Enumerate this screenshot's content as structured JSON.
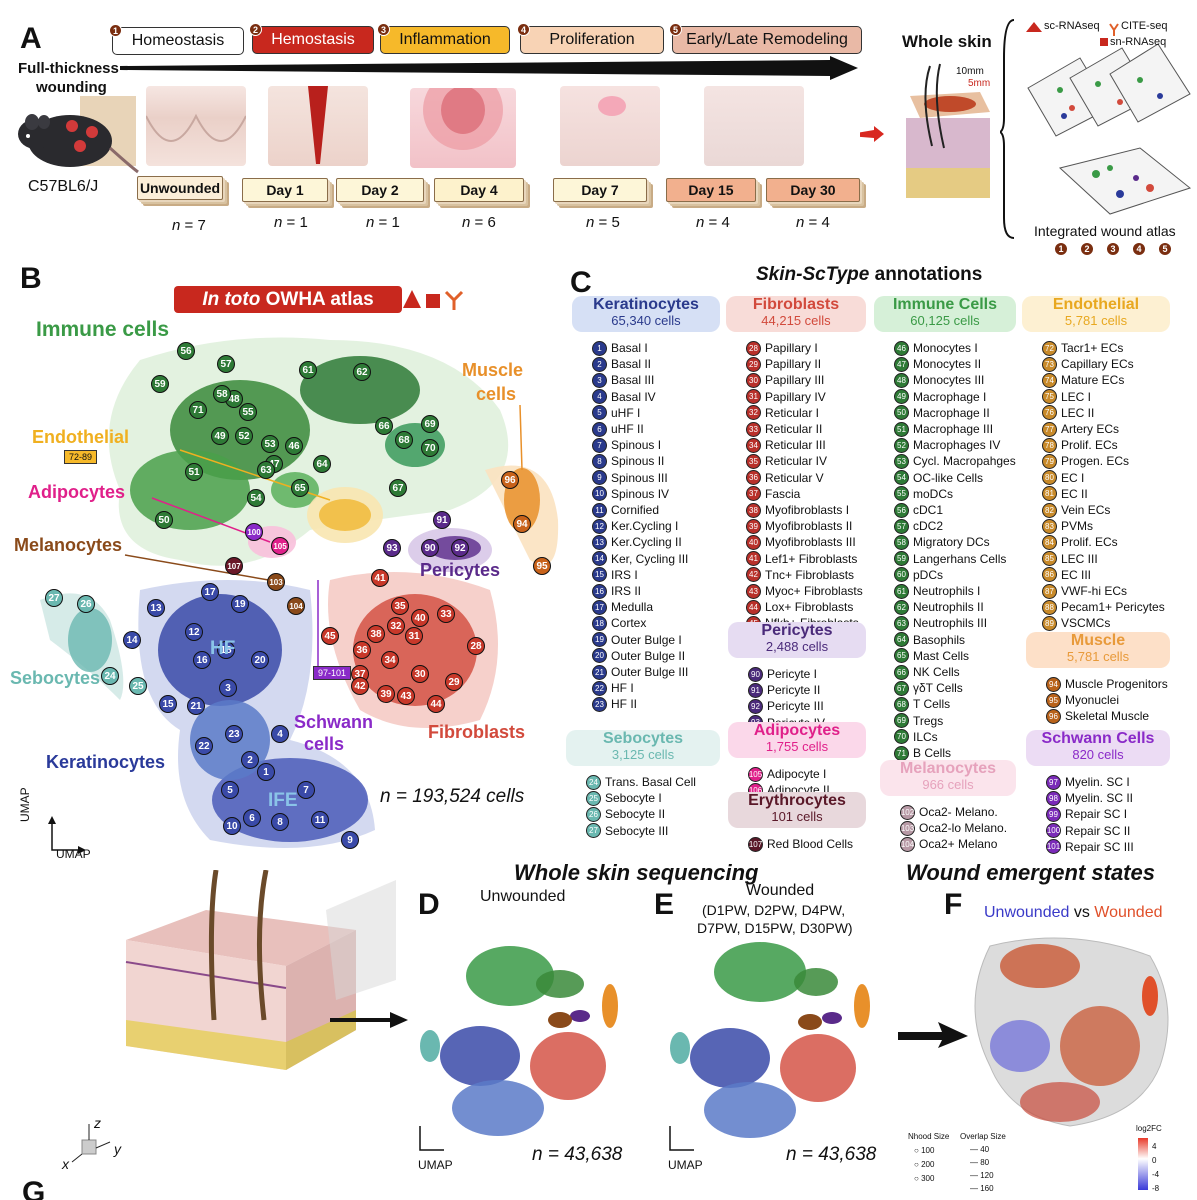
{
  "panels": {
    "a": "A",
    "b": "B",
    "c": "C",
    "d": "D",
    "e": "E",
    "f": "F",
    "g": "G"
  },
  "stages": [
    {
      "num": "1",
      "label": "Homeostasis",
      "bg": "#ffffff",
      "color": "#111111"
    },
    {
      "num": "2",
      "label": "Hemostasis",
      "bg": "#c8281e",
      "color": "#ffffff"
    },
    {
      "num": "3",
      "label": "Inflammation",
      "bg": "#f6b92a",
      "color": "#111111"
    },
    {
      "num": "4",
      "label": "Proliferation",
      "bg": "#f8d3b5",
      "color": "#111111"
    },
    {
      "num": "5",
      "label": "Early/Late Remodeling",
      "bg": "#e9b9a6",
      "color": "#111111"
    }
  ],
  "panel_a": {
    "wound_label_1": "Full-thickness",
    "wound_label_2": "wounding",
    "strain": "C57BL6/J",
    "whole_skin": "Whole skin",
    "dim_10mm": "10mm",
    "dim_5mm": "5mm",
    "legend_sc": "sc-RNAseq",
    "legend_cite": "CITE-seq",
    "legend_sn": "sn-RNAseq",
    "integrated": "Integrated wound atlas",
    "atlas_nums": [
      "1",
      "2",
      "3",
      "4",
      "5"
    ]
  },
  "days": [
    {
      "label": "Unwounded",
      "n": "= 7"
    },
    {
      "label": "Day 1",
      "n": "= 1"
    },
    {
      "label": "Day 2",
      "n": "= 1"
    },
    {
      "label": "Day 4",
      "n": "= 6"
    },
    {
      "label": "Day 7",
      "n": "= 5"
    },
    {
      "label": "Day 15",
      "n": "= 4"
    },
    {
      "label": "Day 30",
      "n": "= 4"
    }
  ],
  "n_prefix": "n",
  "panel_b": {
    "atlas_title_italic": "In toto",
    "atlas_title_rest": " OWHA atlas",
    "immune": "Immune cells",
    "muscle_1": "Muscle",
    "muscle_2": "cells",
    "endothelial": "Endothelial",
    "endo_range": "72-89",
    "adipocytes": "Adipocytes",
    "melanocytes": "Melanocytes",
    "pericytes": "Pericytes",
    "sebocytes": "Sebocytes",
    "hf": "HF",
    "ife": "IFE",
    "schwann_range": "97-101",
    "schwann_1": "Schwann",
    "schwann_2": "cells",
    "fibroblasts": "Fibroblasts",
    "keratinocytes": "Keratinocytes",
    "cell_count": "n = 193,524 cells",
    "axis_x": "UMAP",
    "axis_y": "UMAP"
  },
  "panel_c": {
    "title_italic": "Skin-ScType",
    "title_rest": " annotations",
    "categories": [
      {
        "id": "kera",
        "name": "Keratinocytes",
        "count": "65,340 cells",
        "bg": "#d6e0f5",
        "color": "#2a3a8c",
        "items": [
          [
            "1",
            "Basal I"
          ],
          [
            "2",
            "Basal II"
          ],
          [
            "3",
            "Basal III"
          ],
          [
            "4",
            "Basal IV"
          ],
          [
            "5",
            "uHF I"
          ],
          [
            "6",
            "uHF II"
          ],
          [
            "7",
            "Spinous I"
          ],
          [
            "8",
            "Spinous II"
          ],
          [
            "9",
            "Spinous III"
          ],
          [
            "10",
            "Spinous IV"
          ],
          [
            "11",
            "Cornified"
          ],
          [
            "12",
            "Ker.Cycling I"
          ],
          [
            "13",
            "Ker.Cycling II"
          ],
          [
            "14",
            "Ker, Cycling III"
          ],
          [
            "15",
            "IRS I"
          ],
          [
            "16",
            "IRS II"
          ],
          [
            "17",
            "Medulla"
          ],
          [
            "18",
            "Cortex"
          ],
          [
            "19",
            "Outer Bulge I"
          ],
          [
            "20",
            "Outer Bulge II"
          ],
          [
            "21",
            "Outer Bulge III"
          ],
          [
            "22",
            "HF I"
          ],
          [
            "23",
            "HF II"
          ]
        ]
      },
      {
        "id": "seb",
        "name": "Sebocytes",
        "count": "3,125 cells",
        "bg": "#e4f2f0",
        "color": "#6ab8b0",
        "items": [
          [
            "24",
            "Trans. Basal Cell"
          ],
          [
            "25",
            "Sebocyte I"
          ],
          [
            "26",
            "Sebocyte II"
          ],
          [
            "27",
            "Sebocyte III"
          ]
        ]
      },
      {
        "id": "fib",
        "name": "Fibroblasts",
        "count": "44,215 cells",
        "bg": "#f8dcd8",
        "color": "#d24a3c",
        "items": [
          [
            "28",
            "Papillary I"
          ],
          [
            "29",
            "Papillary II"
          ],
          [
            "30",
            "Papillary III"
          ],
          [
            "31",
            "Papillary IV"
          ],
          [
            "32",
            "Reticular I"
          ],
          [
            "33",
            "Reticular II"
          ],
          [
            "34",
            "Reticular III"
          ],
          [
            "35",
            "Reticular IV"
          ],
          [
            "36",
            "Reticular V"
          ],
          [
            "37",
            "Fascia"
          ],
          [
            "38",
            "Myofibroblasts I"
          ],
          [
            "39",
            "Myofibroblasts II"
          ],
          [
            "40",
            "Myofibroblasts III"
          ],
          [
            "41",
            "Lef1+ Fibroblasts"
          ],
          [
            "42",
            "Tnc+ Fibroblasts"
          ],
          [
            "43",
            "Myoc+ Fibroblasts"
          ],
          [
            "44",
            "Lox+ Fibroblasts"
          ],
          [
            "45",
            "Nfkb+ Fibroblasts"
          ]
        ]
      },
      {
        "id": "per",
        "name": "Pericytes",
        "count": "2,488 cells",
        "bg": "#e6dcf2",
        "color": "#4a2a7a",
        "items": [
          [
            "90",
            "Pericyte I"
          ],
          [
            "91",
            "Pericyte II"
          ],
          [
            "92",
            "Pericyte III"
          ],
          [
            "93",
            "Pericyte IV"
          ]
        ]
      },
      {
        "id": "adi",
        "name": "Adipocytes",
        "count": "1,755 cells",
        "bg": "#fbd8ea",
        "color": "#e0208a",
        "items": [
          [
            "105",
            "Adipocyte I"
          ],
          [
            "106",
            "Adipocyte II"
          ]
        ]
      },
      {
        "id": "ery",
        "name": "Erythrocytes",
        "count": "101 cells",
        "bg": "#e8d8dc",
        "color": "#5a1828",
        "items": [
          [
            "107",
            "Red Blood Cells"
          ]
        ]
      },
      {
        "id": "imm",
        "name": "Immune Cells",
        "count": "60,125 cells",
        "bg": "#d6f0d8",
        "color": "#3a9a46",
        "items": [
          [
            "46",
            "Monocytes I"
          ],
          [
            "47",
            "Monocytes II"
          ],
          [
            "48",
            "Monocytes III"
          ],
          [
            "49",
            "Macrophage I"
          ],
          [
            "50",
            "Macrophage II"
          ],
          [
            "51",
            "Macrophage III"
          ],
          [
            "52",
            "Macrophages IV"
          ],
          [
            "53",
            "Cycl. Macropahges"
          ],
          [
            "54",
            "OC-like Cells"
          ],
          [
            "55",
            "moDCs"
          ],
          [
            "56",
            "cDC1"
          ],
          [
            "57",
            "cDC2"
          ],
          [
            "58",
            "Migratory DCs"
          ],
          [
            "59",
            "Langerhans Cells"
          ],
          [
            "60",
            "pDCs"
          ],
          [
            "61",
            "Neutrophils I"
          ],
          [
            "62",
            "Neutrophils II"
          ],
          [
            "63",
            "Neutrophils III"
          ],
          [
            "64",
            "Basophils"
          ],
          [
            "65",
            "Mast Cells"
          ],
          [
            "66",
            "NK Cells"
          ],
          [
            "67",
            "γδT Cells"
          ],
          [
            "68",
            "T Cells"
          ],
          [
            "69",
            "Tregs"
          ],
          [
            "70",
            "ILCs"
          ],
          [
            "71",
            "B Cells"
          ]
        ]
      },
      {
        "id": "mel",
        "name": "Melanocytes",
        "count": "966 cells",
        "bg": "#fbe4ec",
        "color": "#e6a2bc",
        "items": [
          [
            "102",
            "Oca2- Melano."
          ],
          [
            "103",
            "Oca2-lo Melano."
          ],
          [
            "104",
            "Oca2+ Melano"
          ]
        ]
      },
      {
        "id": "end",
        "name": "Endothelial",
        "count": "5,781 cells",
        "bg": "#fdf0d2",
        "color": "#e8a820",
        "items": [
          [
            "72",
            "Tacr1+ ECs"
          ],
          [
            "73",
            "Capillary ECs"
          ],
          [
            "74",
            "Mature ECs"
          ],
          [
            "75",
            "LEC I"
          ],
          [
            "76",
            "LEC II"
          ],
          [
            "77",
            "Artery ECs"
          ],
          [
            "78",
            "Prolif. ECs"
          ],
          [
            "79",
            "Progen. ECs"
          ],
          [
            "80",
            "EC I"
          ],
          [
            "81",
            "EC II"
          ],
          [
            "82",
            "Vein ECs"
          ],
          [
            "83",
            "PVMs"
          ],
          [
            "84",
            "Prolif. ECs"
          ],
          [
            "85",
            "LEC III"
          ],
          [
            "86",
            "EC III"
          ],
          [
            "87",
            "VWF-hi ECs"
          ],
          [
            "88",
            "Pecam1+ Pericytes"
          ],
          [
            "89",
            "VSCMCs"
          ]
        ]
      },
      {
        "id": "mus",
        "name": "Muscle",
        "count": "5,781 cells",
        "bg": "#fde0c8",
        "color": "#e89a3a",
        "items": [
          [
            "94",
            "Muscle Progenitors"
          ],
          [
            "95",
            "Myonuclei"
          ],
          [
            "96",
            "Skeletal Muscle"
          ]
        ]
      },
      {
        "id": "sch",
        "name": "Schwann Cells",
        "count": "820 cells",
        "bg": "#ecdcf4",
        "color": "#8a2ac8",
        "items": [
          [
            "97",
            "Myelin. SC I"
          ],
          [
            "98",
            "Myelin. SC II"
          ],
          [
            "99",
            "Repair SC I"
          ],
          [
            "100",
            "Repair SC II"
          ],
          [
            "101",
            "Repair SC III"
          ]
        ]
      }
    ]
  },
  "panel_def": {
    "title_whole": "Whole skin sequencing",
    "title_emergent": "Wound emergent states",
    "unwounded": "Unwounded",
    "wounded": "Wounded",
    "wounded_days_1": "(D1PW, D2PW, D4PW,",
    "wounded_days_2": "D7PW, D15PW, D30PW)",
    "f_unwounded": "Unwounded",
    "f_vs": " vs ",
    "f_wounded": "Wounded",
    "n_d": "n = 43,638",
    "n_e": "n = 43,638",
    "umap": "UMAP",
    "axis_z": "z",
    "axis_y": "y",
    "axis_x": "x",
    "nhood_title": "Nhood Size",
    "nhood": [
      "100",
      "200",
      "300"
    ],
    "overlap_title": "Overlap Size",
    "overlap": [
      "40",
      "80",
      "120",
      "160"
    ],
    "lfc_title": "log2FC",
    "lfc": [
      "4",
      "0",
      "-4",
      "-8"
    ]
  },
  "colors": {
    "immune": "#3a9a46",
    "kera": "#2a3a9a",
    "fib": "#d24a3c",
    "endo": "#f0b020",
    "muscle": "#e8902a",
    "peri": "#5a2a8a",
    "adipo": "#e0208a",
    "melano": "#8a4a1a",
    "sebo": "#6ab8b0",
    "schwann": "#8a2ac8"
  }
}
